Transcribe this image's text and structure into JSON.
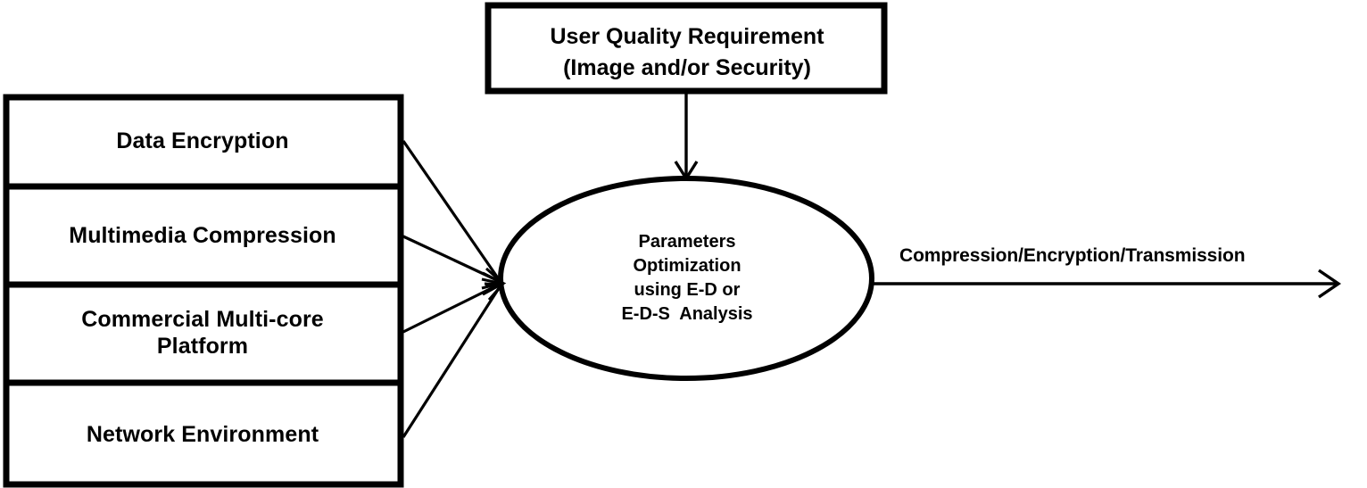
{
  "diagram": {
    "title": "Parameter optimization system block diagram",
    "stroke_color": "#000000",
    "background_color": "#ffffff",
    "input_stack": {
      "name": "input-factors-stack",
      "items": [
        {
          "label": "Data Encryption"
        },
        {
          "label": "Multimedia Compression"
        },
        {
          "label": "Commercial Multi-core\nPlatform"
        },
        {
          "label": "Network Environment"
        }
      ]
    },
    "top_box": {
      "name": "user-quality-requirement-box",
      "label": "User Quality Requirement\n(Image and/or Security)"
    },
    "process_node": {
      "name": "parameters-optimization-ellipse",
      "shape": "ellipse",
      "label": "Parameters\nOptimization\nusing E-D or\nE-D-S  Analysis"
    },
    "output": {
      "name": "output-arrow",
      "label": "Compression/Encryption/Transmission"
    },
    "connectors": [
      {
        "from": "Data Encryption",
        "to": "Parameters Optimization",
        "style": "arrow"
      },
      {
        "from": "Multimedia Compression",
        "to": "Parameters Optimization",
        "style": "arrow"
      },
      {
        "from": "Commercial Multi-core Platform",
        "to": "Parameters Optimization",
        "style": "arrow"
      },
      {
        "from": "Network Environment",
        "to": "Parameters Optimization",
        "style": "arrow"
      },
      {
        "from": "User Quality Requirement",
        "to": "Parameters Optimization",
        "style": "arrow"
      },
      {
        "from": "Parameters Optimization",
        "to": "Compression/Encryption/Transmission",
        "style": "arrow"
      }
    ]
  }
}
